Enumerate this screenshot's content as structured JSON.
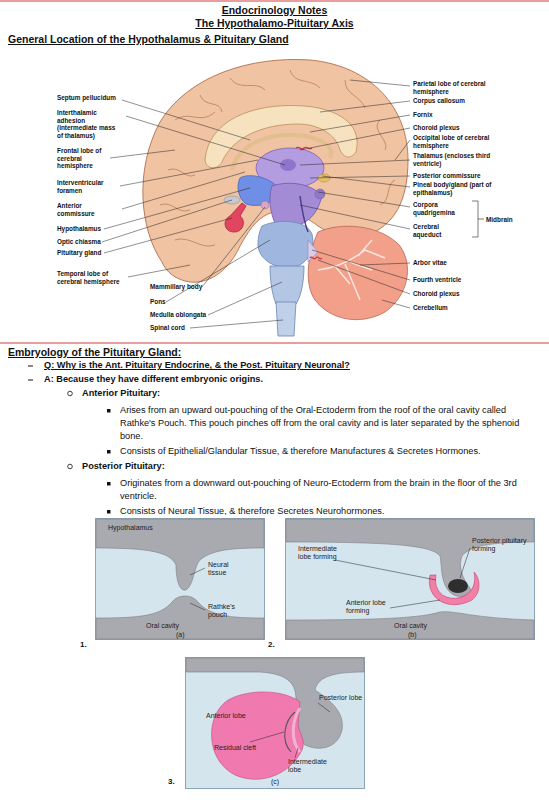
{
  "diagram": {
    "title": "Endocrinology Notes",
    "nodes": [
      {
        "text": [
          "Hypothalamus",
          "Neural tissue",
          "Rathke's pouch",
          "Oral cavity",
          "(a)"
        ]
      },
      {
        "text": [
          "Intermediate lobe forming",
          "Posterior pituitary forming",
          "Anterior lobe forming",
          "Oral cavity",
          "(b)"
        ]
      },
      {
        "text": [
          "Posterior lobe",
          "Anterior lobe",
          "Residual cleft",
          "Intermediate lobe",
          "(c)"
        ]
      }
    ],
    "labels": [
      "The Hypothalamo-Pituitary Axis",
      "General Location of the Hypothalamus & Pituitary Gland",
      "Septum pellucidum",
      "Interthalamic adhesion (intermediate mass of thalamus)",
      "Frontal lobe of cerebral hemisphere",
      "Interventricular foramen",
      "Anterior commissure",
      "Hypothalamus",
      "Optic chiasma",
      "Pituitary gland",
      "Temporal lobe of cerebral hemisphere",
      "Mammillary body",
      "Pons",
      "Medulla oblongata",
      "Spinal cord",
      "Parietal lobe of cerebral hemisphere",
      "Corpus callosum",
      "Fornix",
      "Choroid plexus",
      "Occipital lobe of cerebral hemisphere",
      "Thalamus (encloses third ventricle)",
      "Posterior commissure",
      "Pineal body/gland (part of epithalamus)",
      "Corpora quadrigemina",
      "Cerebral aqueduct",
      "Midbrain",
      "Arbor vitae",
      "Fourth ventricle",
      "Choroid plexus",
      "Cerebellum",
      "Embryology of the Pituitary Gland:",
      "Q: Why is the Ant. Pituitary Endocrine, & the Post. Pituitary Neuronal?",
      "A: Because they have different embryonic origins.",
      "Anterior Pituitary:",
      "Arises from an upward out-pouching of the Oral-Ectoderm from the roof of the oral cavity called Rathke's Pouch. This pouch pinches off from the oral cavity and is later separated by the sphenoid bone.",
      "Consists of Epithelial/Glandular Tissue, & therefore Manufactures & Secretes Hormones.",
      "Posterior Pituitary:",
      "Originates from a downward out-pouching of Neuro-Ectoderm from the brain in the floor of the 3rd ventricle.",
      "Consists of Neural Tissue, & therefore Secretes Neurohormones.",
      "1.",
      "2.",
      "3."
    ]
  }
}
